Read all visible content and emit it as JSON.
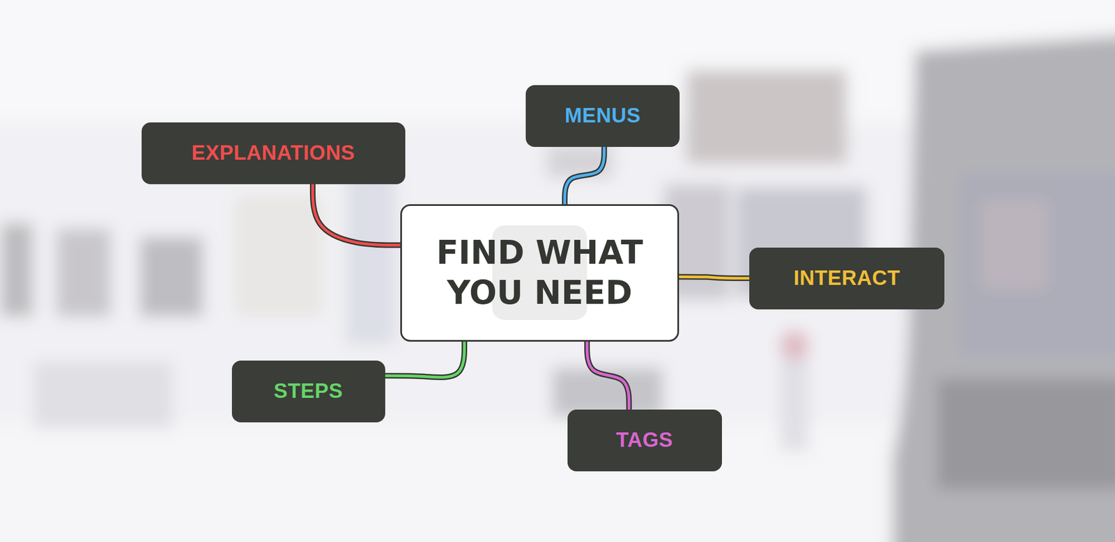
{
  "diagram": {
    "nodes": [
      {
        "text": [
          "FIND WHAT YOU NEED"
        ]
      },
      {
        "text": [
          "MENUS"
        ]
      },
      {
        "text": [
          "EXPLANATIONS"
        ]
      },
      {
        "text": [
          "INTERACT"
        ]
      },
      {
        "text": [
          "STEPS"
        ]
      },
      {
        "text": [
          "TAGS"
        ]
      }
    ],
    "edges": [
      {
        "from": 0,
        "to": 1,
        "arrow": "none"
      },
      {
        "from": 0,
        "to": 2,
        "arrow": "none"
      },
      {
        "from": 0,
        "to": 3,
        "arrow": "none"
      },
      {
        "from": 0,
        "to": 4,
        "arrow": "none"
      },
      {
        "from": 0,
        "to": 5,
        "arrow": "none"
      }
    ]
  }
}
